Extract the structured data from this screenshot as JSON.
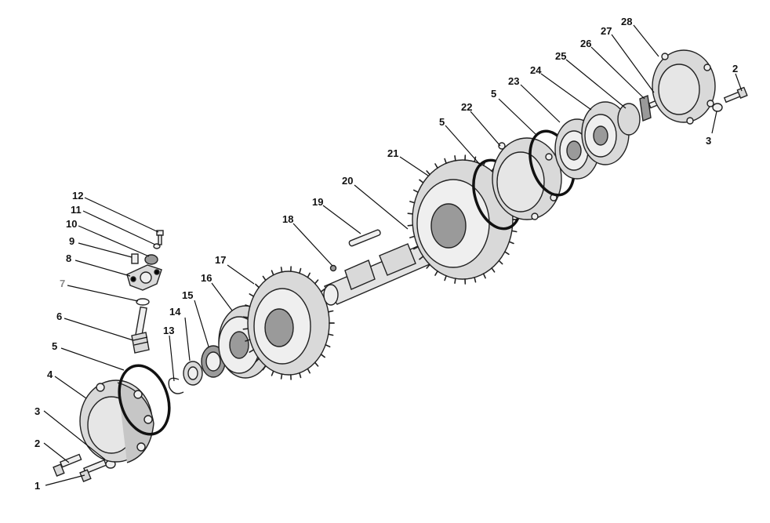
{
  "labels": [
    {
      "id": "1",
      "text": "1"
    },
    {
      "id": "2a",
      "text": "2"
    },
    {
      "id": "3a",
      "text": "3"
    },
    {
      "id": "4",
      "text": "4"
    },
    {
      "id": "5a",
      "text": "5"
    },
    {
      "id": "6",
      "text": "6"
    },
    {
      "id": "7",
      "text": "7"
    },
    {
      "id": "8",
      "text": "8"
    },
    {
      "id": "9",
      "text": "9"
    },
    {
      "id": "10",
      "text": "10"
    },
    {
      "id": "11",
      "text": "11"
    },
    {
      "id": "12",
      "text": "12"
    },
    {
      "id": "13",
      "text": "13"
    },
    {
      "id": "14",
      "text": "14"
    },
    {
      "id": "15",
      "text": "15"
    },
    {
      "id": "16",
      "text": "16"
    },
    {
      "id": "17",
      "text": "17"
    },
    {
      "id": "18",
      "text": "18"
    },
    {
      "id": "19",
      "text": "19"
    },
    {
      "id": "20",
      "text": "20"
    },
    {
      "id": "21",
      "text": "21"
    },
    {
      "id": "5b",
      "text": "5"
    },
    {
      "id": "22",
      "text": "22"
    },
    {
      "id": "5c",
      "text": "5"
    },
    {
      "id": "23",
      "text": "23"
    },
    {
      "id": "24",
      "text": "24"
    },
    {
      "id": "25",
      "text": "25"
    },
    {
      "id": "26",
      "text": "26"
    },
    {
      "id": "27",
      "text": "27"
    },
    {
      "id": "28",
      "text": "28"
    },
    {
      "id": "2b",
      "text": "2"
    },
    {
      "id": "3b",
      "text": "3"
    }
  ]
}
